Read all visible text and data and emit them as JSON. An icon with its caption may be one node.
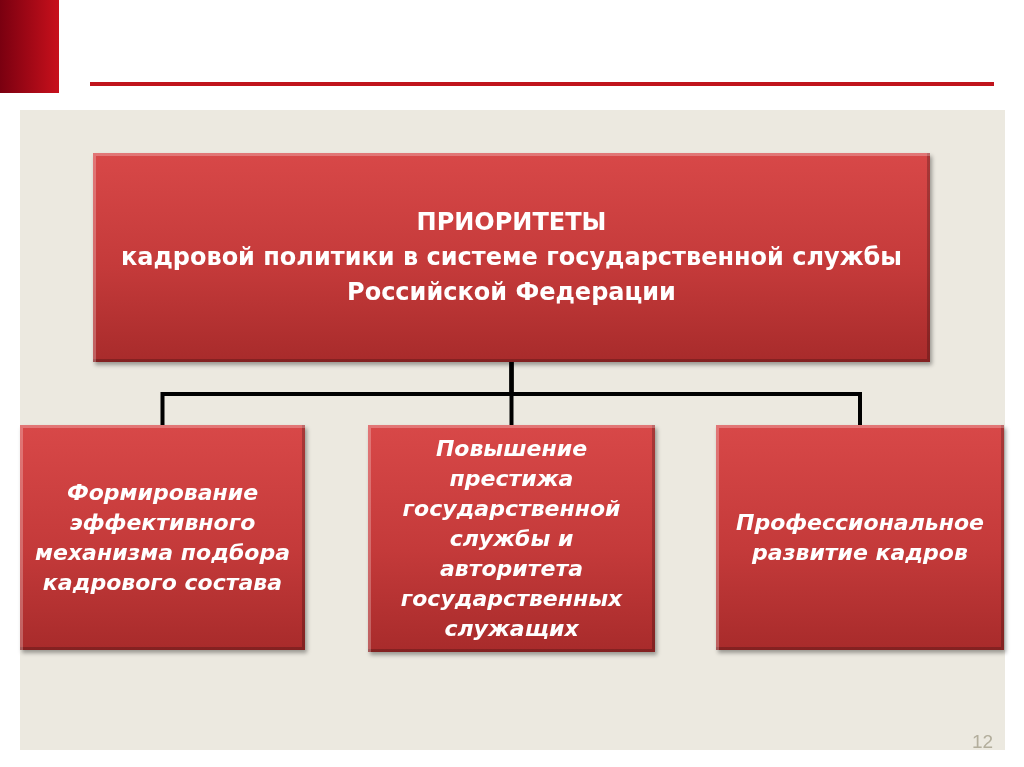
{
  "diagram": {
    "nodes": [
      {
        "text": [
          "ПРИОРИТЕТЫ",
          "кадровой политики в системе государственной службы",
          "Российской Федерации"
        ]
      },
      {
        "text": [
          "Формирование эффективного механизма подбора кадрового состава"
        ]
      },
      {
        "text": [
          "Повышение престижа государственной службы и авторитета государственных служащих"
        ]
      },
      {
        "text": [
          "Профессиональное развитие кадров"
        ]
      }
    ],
    "edges": [
      {
        "from": 0,
        "to": 1,
        "arrow": "none"
      },
      {
        "from": 0,
        "to": 2,
        "arrow": "none"
      },
      {
        "from": 0,
        "to": 3,
        "arrow": "none"
      }
    ],
    "labels": [
      "12"
    ]
  }
}
